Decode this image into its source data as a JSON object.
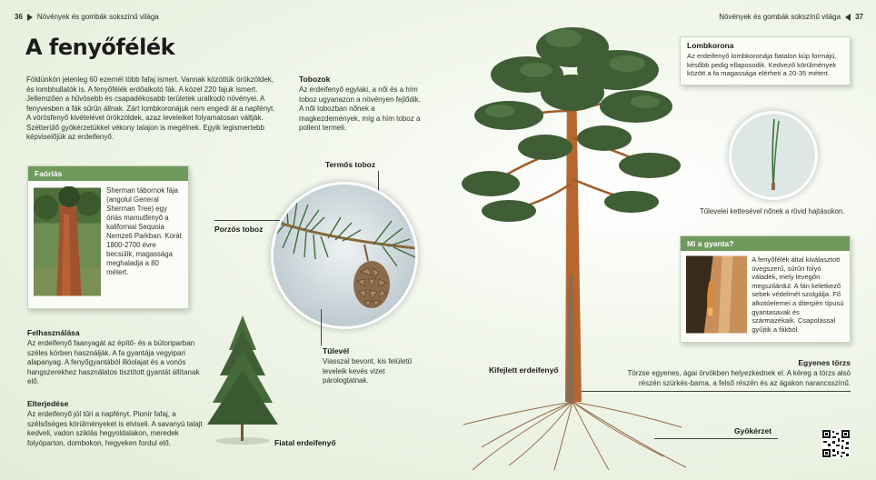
{
  "header": {
    "left_page": "36",
    "left_title": "Növények és gombák sokszínű világa",
    "right_title": "Növények és gombák sokszínű világa",
    "right_page": "37"
  },
  "title": "A fenyőfélék",
  "intro": "Földünkön jelenleg 60 ezernél több fafaj ismert. Vannak közöttük örökzöldek, és lombhullatók is. A fenyőfélék erdőalkotó fák. A közel 220 fajuk ismert. Jellemzően a hűvösebb és csapadékosabb területek uralkodó növényei. A fenyvesben a fák sűrűn állnak. Zárt lombkoronájuk nem engedi át a napfényt. A vörösfenyő kivételével örökzöldek, azaz leveleiket folyamatosan váltják. Szétterülő gyökérzetükkel vékony talajon is megélnek. Egyik legismertebb képviselőjük az erdeifenyő.",
  "faorias": {
    "title": "Faóriás",
    "text": "Sherman tábornok fája (angolul General Sherman Tree) egy óriás mamutfenyő a kaliforniai Sequoia Nemzeti Parkban. Korát 1800-2700 évre becsülik, magassága meghaladja a 80 métert."
  },
  "felhasznalasa": {
    "title": "Felhasználása",
    "text": "Az erdeifenyő faanyagát az építő- és a bútoriparban széles körben használják. A fa gyantája vegyipari alapanyag. A fenyőgyantából illóolajat és a vonós hangszerekhez használatos tisztított gyantát állítanak elő."
  },
  "elterjedese": {
    "title": "Elterjedése",
    "text": "Az erdeifenyő jól tűri a napfényt. Pionír fafaj, a szélsőséges körülményeket is elviseli. A savanyú talajt kedveli, vadon sziklás hegyoldalakon, meredek folyóparton, dombokon, hegyeken fordul elő."
  },
  "tobozok": {
    "title": "Tobozok",
    "text": "Az erdeifenyő egylaki, a női és a hím toboz ugyanazon a növényen fejlődik. A női tobozban nőnek a magkezdemények, míg a hím toboz a pollent termeli."
  },
  "labels": {
    "termos_toboz": "Termős toboz",
    "porzos_toboz": "Porzós toboz",
    "fiatal": "Fiatal erdeifenyő",
    "kifejlett": "Kifejlett erdeifenyő",
    "gyokerzet": "Gyökérzet"
  },
  "tulevel": {
    "title": "Tűlevél",
    "text": "Viasszal bevont, kis felületű leveleik kevés vizet párologtatnak."
  },
  "lombkorona": {
    "title": "Lombkorona",
    "text": "Az erdeifenyő lombkoronája fiatalon kúp formájú, később pedig ellaposodik. Kedvező körülmények között a fa magassága elérheti a 20-35 métert."
  },
  "needle_caption": "Tűlevelei kettesével nőnek a rövid hajtásokon.",
  "gyanta": {
    "title": "Mi a gyanta?",
    "text": "A fenyőfélék által kiválasztott üvegszerű, sűrűn folyó váladék, mely levegőn megszilárdul. A fán keletkező sebek védelmét szolgálja. Fő alkotóelemei a diterpén típusú gyantasavak és származékaik. Csapolással gyűjtik a fákból."
  },
  "torzs": {
    "title": "Egyenes törzs",
    "text": "Törzse egyenes, ágai örvökben helyezkednek el. A kéreg a törzs alsó részén szürkés-barna, a felső részén és az ágakon narancsszínű."
  },
  "colors": {
    "accent_green": "#6f9a5e",
    "trunk": "#b5672f",
    "foliage": "#3f5e35"
  }
}
